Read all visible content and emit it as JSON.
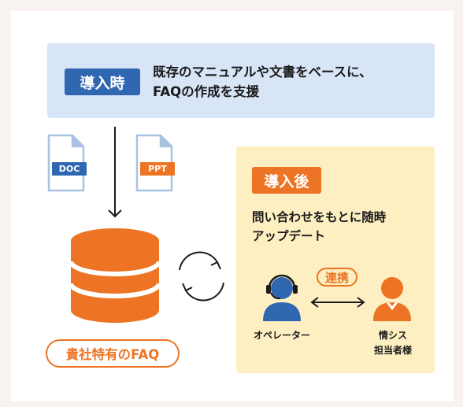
{
  "intro": {
    "tag": "導入時",
    "description_line1": "既存のマニュアルや文書をベースに、",
    "description_line2": "FAQの作成を支援"
  },
  "documents": [
    {
      "label": "DOC",
      "color": "#2f67b1"
    },
    {
      "label": "PPT",
      "color": "#ed7424"
    }
  ],
  "database_label": "貴社特有のFAQ",
  "after": {
    "tag": "導入後",
    "description_line1": "問い合わせをもとに随時",
    "description_line2": "アップデート",
    "link_label": "連携",
    "operator_label": "オペレーター",
    "it_label_line1": "情シス",
    "it_label_line2": "担当者様"
  },
  "colors": {
    "blue": "#2f67b1",
    "orange": "#ed7424",
    "light_blue": "#d7e5f7",
    "light_yellow": "#fdefc1"
  }
}
